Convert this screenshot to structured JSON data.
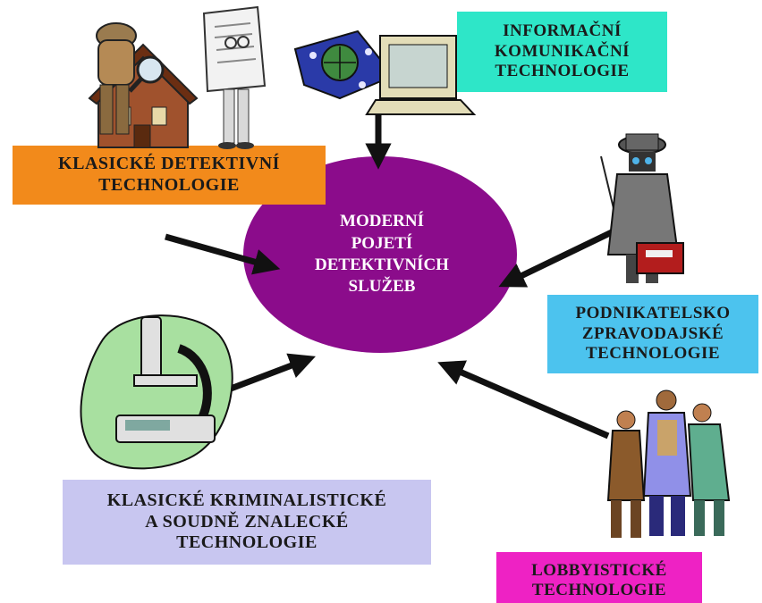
{
  "center": {
    "lines": [
      "MODERNÍ",
      "POJETÍ",
      "DETEKTIVNÍCH",
      "SLUŽEB"
    ],
    "color": "#8b0c8b"
  },
  "nodes": {
    "informacni": {
      "lines": [
        "INFORMAČNÍ",
        "KOMUNIKAČNÍ",
        "TECHNOLOGIE"
      ],
      "color": "#2ee6c8"
    },
    "klasicke_detektivni": {
      "lines": [
        "KLASICKÉ DETEKTIVNÍ",
        "TECHNOLOGIE"
      ],
      "color": "#f28a1b"
    },
    "podnikatelsko": {
      "lines": [
        "PODNIKATELSKO",
        "ZPRAVODAJSKÉ",
        "TECHNOLOGIE"
      ],
      "color": "#4cc3ee"
    },
    "kriminalisticke": {
      "lines": [
        "KLASICKÉ KRIMINALISTICKÉ",
        "A SOUDNĚ ZNALECKÉ",
        "TECHNOLOGIE"
      ],
      "color": "#c8c6f0"
    },
    "lobbyisticke": {
      "lines": [
        "LOBBYISTICKÉ",
        "TECHNOLOGIE"
      ],
      "color": "#ee22c4"
    }
  },
  "illustrations": {
    "detective": "detective-magnifier-clipart",
    "newspaper": "newspaper-man-clipart",
    "computer": "globe-and-computer-clipart",
    "spy": "spy-in-trench-coat-clipart",
    "microscope": "microscope-clipart",
    "meeting": "three-businessmen-clipart"
  }
}
